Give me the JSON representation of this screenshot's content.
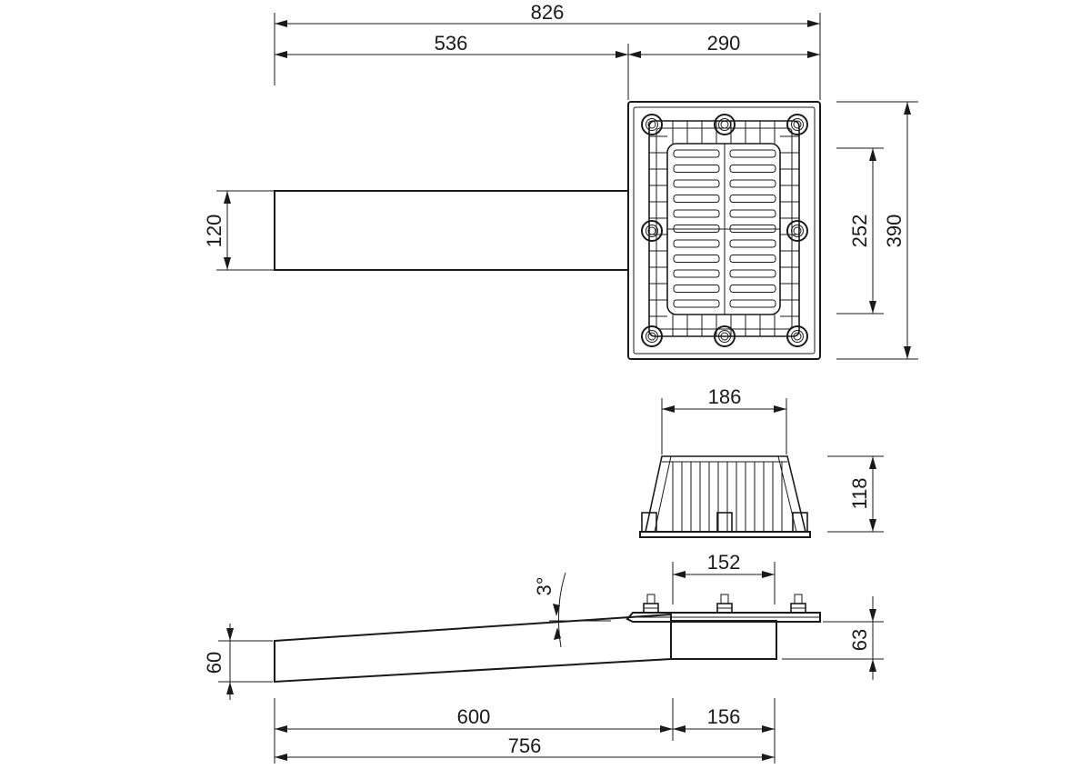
{
  "drawing": {
    "colors": {
      "line": "#1a1a1a",
      "background": "#ffffff"
    },
    "dimensions": {
      "top_overall": "826",
      "top_pipe_length": "536",
      "top_body_width": "290",
      "top_pipe_width": "120",
      "top_inner_height": "252",
      "top_body_height": "390",
      "cage_width": "186",
      "cage_height": "118",
      "flange_inner_width": "152",
      "slope_angle": "3°",
      "outlet_height": "60",
      "body_depth": "63",
      "side_pipe_length": "600",
      "side_body_length": "156",
      "side_overall": "756"
    },
    "views": [
      "top-view",
      "cage-side-view",
      "side-view"
    ]
  }
}
